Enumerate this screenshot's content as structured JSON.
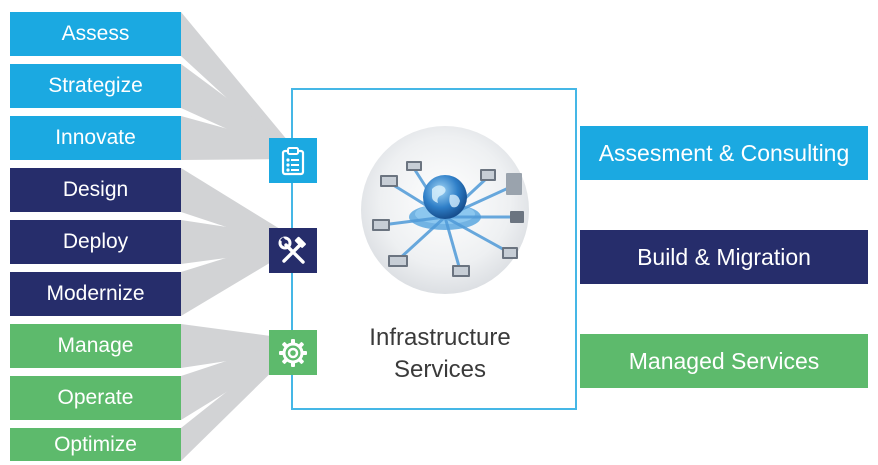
{
  "stages": [
    {
      "label": "Assess",
      "group": "assess"
    },
    {
      "label": "Strategize",
      "group": "assess"
    },
    {
      "label": "Innovate",
      "group": "assess"
    },
    {
      "label": "Design",
      "group": "build"
    },
    {
      "label": "Deploy",
      "group": "build"
    },
    {
      "label": "Modernize",
      "group": "build"
    },
    {
      "label": "Manage",
      "group": "manage"
    },
    {
      "label": "Operate",
      "group": "manage"
    },
    {
      "label": "Optimize",
      "group": "manage"
    }
  ],
  "center": {
    "title_line1": "Infrastructure",
    "title_line2": "Services",
    "image": "network-globe-illustration"
  },
  "icons": {
    "assess": "clipboard-checklist-icon",
    "build": "wrench-hammer-icon",
    "manage": "gear-icon"
  },
  "services": {
    "assess": "Assesment & Consulting",
    "build": "Build & Migration",
    "manage": "Managed Services"
  },
  "colors": {
    "cyan": "#1ba9e1",
    "navy": "#262d6b",
    "green": "#5dba6c",
    "connector": "#d2d3d5",
    "frame": "#45b7e6"
  }
}
